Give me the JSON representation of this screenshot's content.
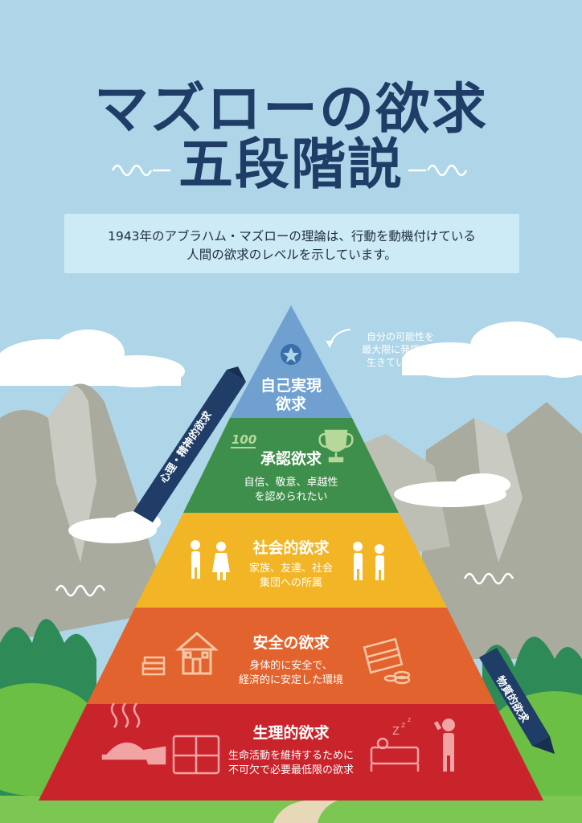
{
  "header": {
    "title_line1": "マズローの欲求",
    "title_line2": "五段階説"
  },
  "intro": {
    "line1": "1943年のアブラハム・マズローの理論は、行動を動機付けている",
    "line2": "人間の欲求のレベルを示しています。"
  },
  "levels": [
    {
      "title": "自己実現",
      "title2": "欲求",
      "color": "#6fa0d0"
    },
    {
      "title": "承認欲求",
      "desc1": "自信、敬意、卓越性",
      "desc2": "を認められたい",
      "color": "#3f8f4c"
    },
    {
      "title": "社会的欲求",
      "desc1": "家族、友達、社会",
      "desc2": "集団への所属",
      "color": "#f2b526"
    },
    {
      "title": "安全の欲求",
      "desc1": "身体的に安全で、",
      "desc2": "経済的に安定した環境",
      "color": "#e2632d"
    },
    {
      "title": "生理的欲求",
      "desc1": "生命活動を維持するために",
      "desc2": "不可欠で必要最低限の欲求",
      "color": "#c9242c"
    }
  ],
  "note": {
    "line1": "自分の可能性を",
    "line2": "最大限に発揮して",
    "line3": "生きていきたい"
  },
  "side_labels": {
    "mental": "心理・精神的欲求",
    "physical": "物質的欲求"
  },
  "colors": {
    "sky": "#aed6e8",
    "title": "#1f3d66",
    "ribbon": "#1f3d66",
    "mountain": "#a9ab9f",
    "grass": "#6cbf45"
  }
}
